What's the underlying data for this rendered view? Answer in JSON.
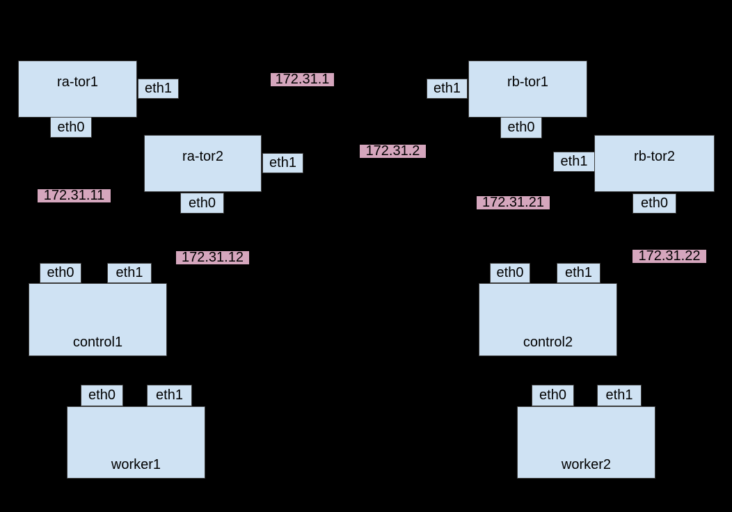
{
  "diagram": {
    "background": "#000000",
    "node_fill": "#cfe2f3",
    "node_border": "#3d3d3d",
    "ip_fill": "#d5a6bd",
    "text_color": "#000000"
  },
  "nodes": [
    {
      "id": "ra-tor1",
      "label": "ra-tor1"
    },
    {
      "id": "ra-tor2",
      "label": "ra-tor2"
    },
    {
      "id": "rb-tor1",
      "label": "rb-tor1"
    },
    {
      "id": "rb-tor2",
      "label": "rb-tor2"
    },
    {
      "id": "control1",
      "label": "control1"
    },
    {
      "id": "control2",
      "label": "control2"
    },
    {
      "id": "worker1",
      "label": "worker1"
    },
    {
      "id": "worker2",
      "label": "worker2"
    }
  ],
  "ports": [
    {
      "node": "ra-tor1",
      "label": "eth1"
    },
    {
      "node": "ra-tor1",
      "label": "eth0"
    },
    {
      "node": "ra-tor2",
      "label": "eth1"
    },
    {
      "node": "ra-tor2",
      "label": "eth0"
    },
    {
      "node": "rb-tor1",
      "label": "eth1"
    },
    {
      "node": "rb-tor1",
      "label": "eth0"
    },
    {
      "node": "rb-tor2",
      "label": "eth1"
    },
    {
      "node": "rb-tor2",
      "label": "eth0"
    },
    {
      "node": "control1",
      "label": "eth0"
    },
    {
      "node": "control1",
      "label": "eth1"
    },
    {
      "node": "control2",
      "label": "eth0"
    },
    {
      "node": "control2",
      "label": "eth1"
    },
    {
      "node": "worker1",
      "label": "eth0"
    },
    {
      "node": "worker1",
      "label": "eth1"
    },
    {
      "node": "worker2",
      "label": "eth0"
    },
    {
      "node": "worker2",
      "label": "eth1"
    }
  ],
  "ips": [
    {
      "label": "172.31.1"
    },
    {
      "label": "172.31.2"
    },
    {
      "label": "172.31.11"
    },
    {
      "label": "172.31.12"
    },
    {
      "label": "172.31.21"
    },
    {
      "label": "172.31.22"
    }
  ]
}
